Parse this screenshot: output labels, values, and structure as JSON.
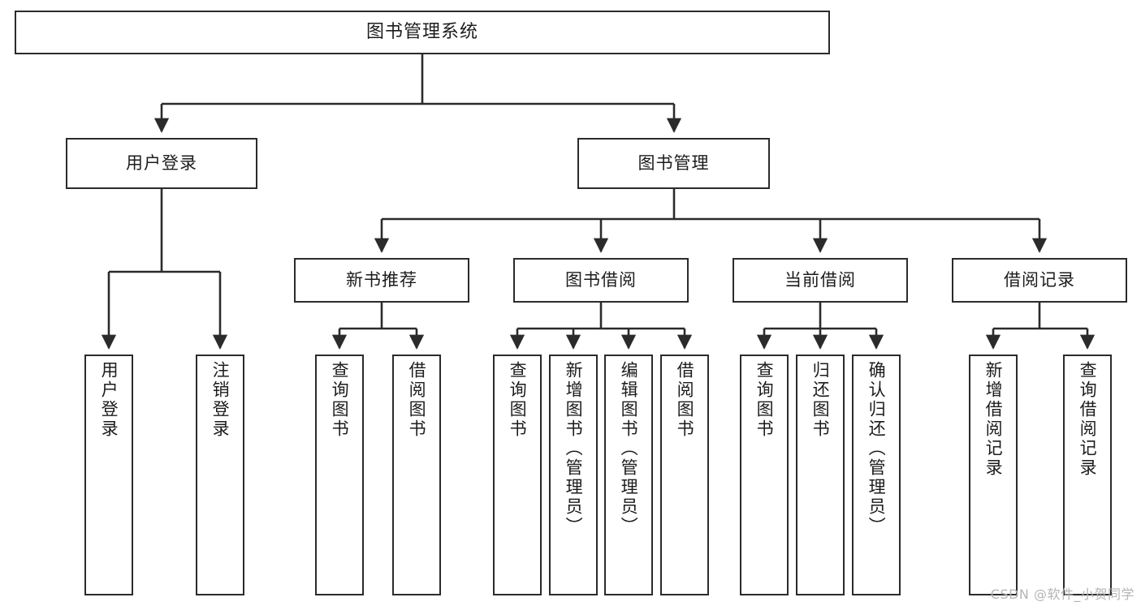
{
  "diagram": {
    "type": "tree-hierarchy",
    "title": "图书管理系统",
    "root": {
      "label": "图书管理系统"
    },
    "level2": [
      {
        "label": "用户登录"
      },
      {
        "label": "图书管理"
      }
    ],
    "level3": [
      {
        "label": "新书推荐"
      },
      {
        "label": "图书借阅"
      },
      {
        "label": "当前借阅"
      },
      {
        "label": "借阅记录"
      }
    ],
    "leaves": {
      "user_login": [
        {
          "label": "用户登录"
        },
        {
          "label": "注销登录"
        }
      ],
      "new_book_recommend": [
        {
          "label": "查询图书"
        },
        {
          "label": "借阅图书"
        }
      ],
      "book_borrow": [
        {
          "label": "查询图书"
        },
        {
          "label": "新增图书（管理员）"
        },
        {
          "label": "编辑图书（管理员）"
        },
        {
          "label": "借阅图书"
        }
      ],
      "current_borrow": [
        {
          "label": "查询图书"
        },
        {
          "label": "归还图书"
        },
        {
          "label": "确认归还（管理员）"
        }
      ],
      "borrow_record": [
        {
          "label": "新增借阅记录"
        },
        {
          "label": "查询借阅记录"
        }
      ]
    }
  },
  "watermark": {
    "text": "CSDN @软件_小贺同学"
  },
  "colors": {
    "background": "#ffffff",
    "stroke": "#2b2b2b",
    "text": "#1c1c1c",
    "watermark": "#b4b4b4"
  }
}
